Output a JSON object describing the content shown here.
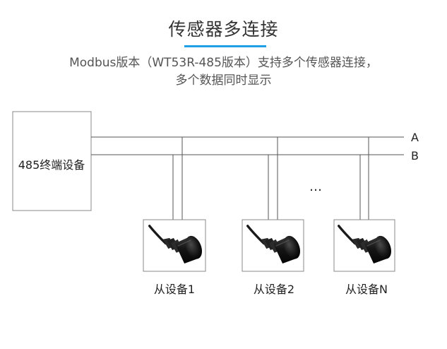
{
  "header": {
    "title": "传感器多连接",
    "subtitle_line1": "Modbus版本（WT53R-485版本）支持多个传感器连接，",
    "subtitle_line2": "多个数据同时显示"
  },
  "colors": {
    "accent": "#1fa0e6",
    "line": "#555555",
    "box_border": "#888888",
    "text": "#222222"
  },
  "diagram": {
    "master_label": "485终端设备",
    "bus_a_label": "A",
    "bus_b_label": "B",
    "ellipsis": "…",
    "slaves": [
      {
        "label": "从设备1",
        "icon": "sensor-probe-icon"
      },
      {
        "label": "从设备2",
        "icon": "sensor-probe-icon"
      },
      {
        "label": "从设备N",
        "icon": "sensor-probe-icon"
      }
    ]
  }
}
